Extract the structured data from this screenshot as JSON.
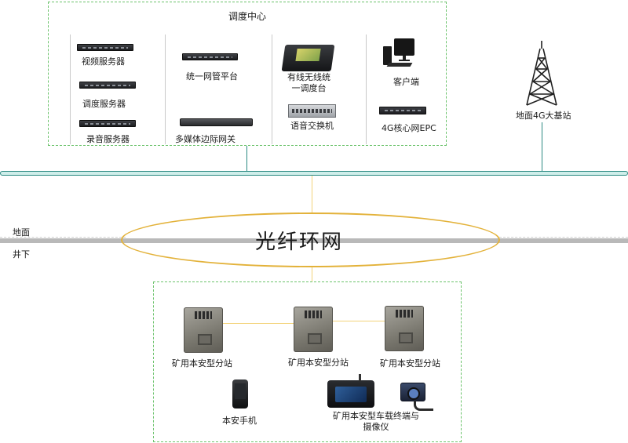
{
  "colors": {
    "box_border": "#6cc36c",
    "bus_fill": "#cfeeea",
    "bus_border": "#2b8a82",
    "ring_stroke": "#e3b23a",
    "ground_line": "#b9b9b9",
    "connector_line": "#f3d37a"
  },
  "dispatch_center": {
    "title": "调度中心",
    "items": {
      "video_server": "视频服务器",
      "dispatch_server": "调度服务器",
      "recording_server": "录音服务器",
      "network_mgmt": "统一网管平台",
      "multimedia_gateway": "多媒体边际网关",
      "console": "有线无线统一调度台",
      "voice_switch": "语音交换机",
      "client": "客户端",
      "epc": "4G核心网EPC"
    }
  },
  "base_station": {
    "label": "地面4G大基站",
    "icon": "antenna-tower-icon"
  },
  "ring": {
    "label": "光纤环网"
  },
  "levels": {
    "surface": "地面",
    "underground": "井下"
  },
  "underground": {
    "substations": [
      "矿用本安型分站",
      "矿用本安型分站",
      "矿用本安型分站"
    ],
    "phone": "本安手机",
    "vehicle_terminal": "矿用本安型车载终端与摄像仪"
  }
}
